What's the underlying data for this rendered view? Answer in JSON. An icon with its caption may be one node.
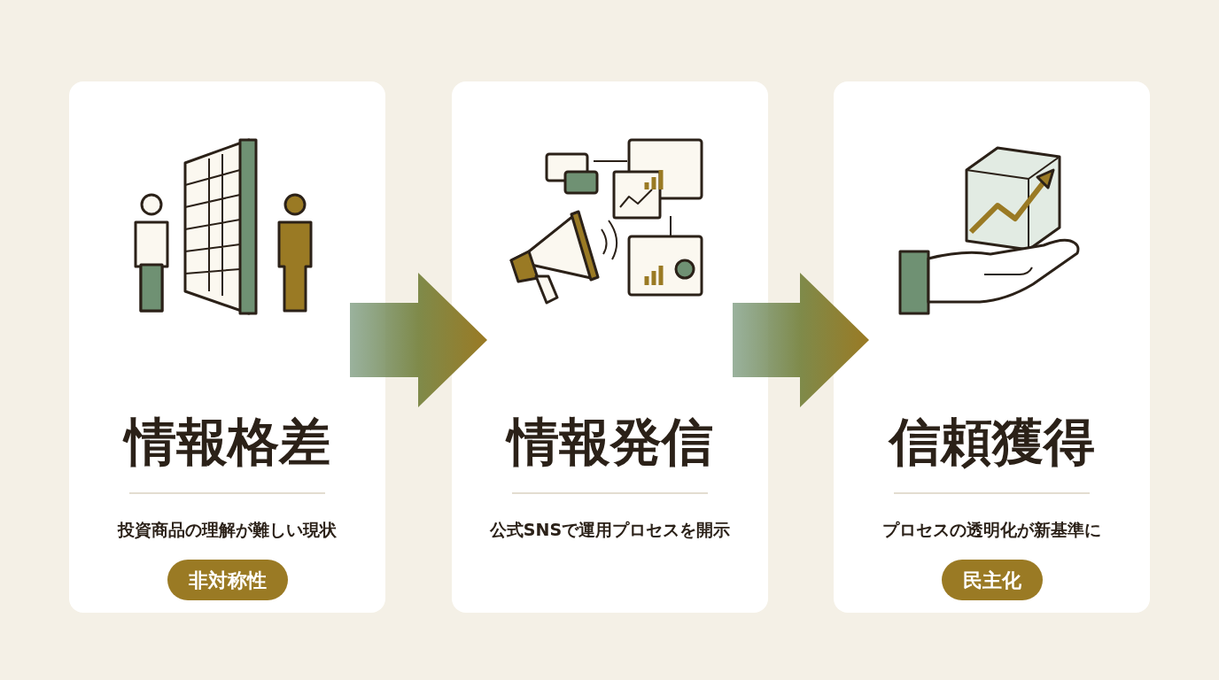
{
  "diagram": {
    "nodes": [
      {
        "text": [
          "情報格差",
          "投資商品の理解が難しい現状"
        ]
      },
      {
        "text": [
          "非対称性"
        ],
        "in": 0
      },
      {
        "text": [
          "情報発信",
          "公式SNSで運用プロセスを開示"
        ]
      },
      {
        "text": [
          "信頼獲得",
          "プロセスの透明化が新基準に"
        ]
      },
      {
        "text": [
          "民主化"
        ],
        "in": 3
      }
    ],
    "edges": [
      {
        "from": 0,
        "to": 2,
        "arrow": "to"
      },
      {
        "from": 2,
        "to": 3,
        "arrow": "to"
      }
    ]
  }
}
